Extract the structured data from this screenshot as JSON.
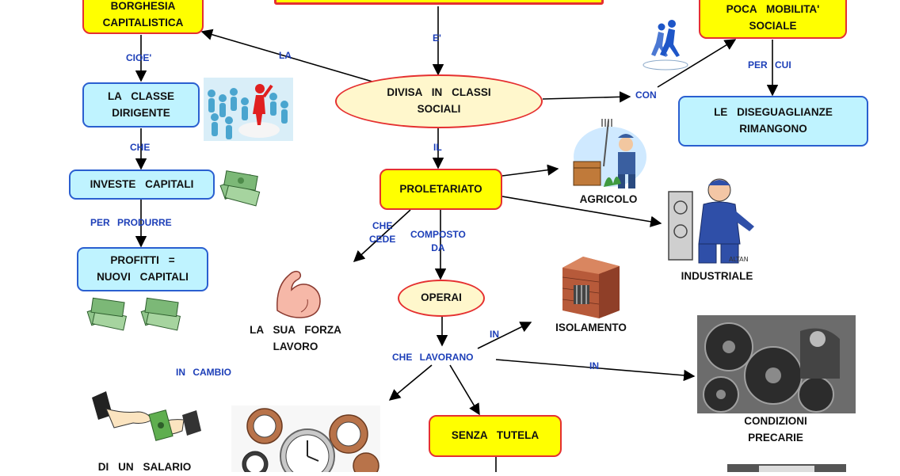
{
  "nodes": {
    "borghesia": "BORGHESIA\nCAPITALISTICA",
    "classe_dirigente": "LA CLASSE\nDIRIGENTE",
    "investe": "INVESTE CAPITALI",
    "profitti": "PROFITTI =\nNUOVI CAPITALI",
    "divisa": "DIVISA IN CLASSI\nSOCIALI",
    "proletariato": "PROLETARIATO",
    "operai": "OPERAI",
    "senza_tutela": "SENZA TUTELA",
    "poca_mobilita": "POCA MOBILITA'\nSOCIALE",
    "diseguaglianze": "LE DISEGUAGLIANZE\nRIMANGONO"
  },
  "captions": {
    "agricolo": "AGRICOLO",
    "industriale": "INDUSTRIALE",
    "isolamento": "ISOLAMENTO",
    "forza_lavoro": "LA SUA FORZA\nLAVORO",
    "salario": "DI UN SALARIO",
    "condizioni": "CONDIZIONI\nPRECARIE"
  },
  "links": {
    "e": "E'",
    "la": "LA",
    "cioe": "CIOE'",
    "che_1": "CHE",
    "per_produrre": "PER PRODURRE",
    "con": "CON",
    "per_cui": "PER CUI",
    "il": "IL",
    "che_cede": "CHE\nCEDE",
    "composto_da": "COMPOSTO\nDA",
    "in_cambio": "IN CAMBIO",
    "in_1": "IN",
    "che_lavorano": "CHE LAVORANO",
    "in_2": "IN"
  },
  "icons": {
    "crowd": "crowd-leader-icon",
    "money": "money-stack-icon",
    "runners": "runners-icon",
    "farmer": "farmer-icon",
    "worker": "industrial-worker-icon",
    "muscle": "flexed-arm-icon",
    "wall": "brick-wall-icon",
    "handshake": "money-handshake-icon",
    "clocks": "clocks-gears-icon",
    "machinery": "machinery-photo-icon",
    "protest": "protest-photo-icon"
  },
  "colors": {
    "node_fill": "#ffff00",
    "node_border": "#e53030",
    "cyan_fill": "#bff3ff",
    "cyan_border": "#2a5fd0",
    "link_text": "#1d3fb8"
  }
}
